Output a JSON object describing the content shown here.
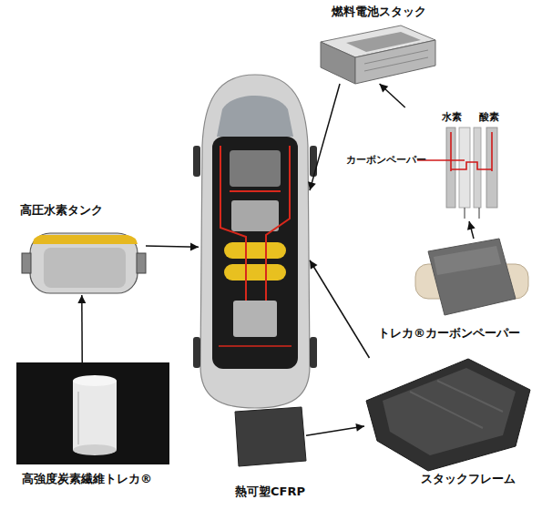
{
  "diagram": {
    "nodes": [
      {
        "text": [
          "燃料電池スタック"
        ]
      },
      {
        "text": [
          "高圧水素タンク"
        ]
      },
      {
        "text": []
      },
      {
        "text": [
          "水素",
          "酸素",
          "カーボンペーパー"
        ]
      },
      {
        "text": [
          "トレカ®カーボンペーパー"
        ]
      },
      {
        "text": [
          "高強度炭素繊維トレカ®"
        ]
      },
      {
        "text": [
          "熱可塑CFRP"
        ]
      },
      {
        "text": [
          "スタックフレーム"
        ]
      }
    ],
    "edges": [
      {
        "from": 0,
        "to": 2,
        "arrow": "to"
      },
      {
        "from": 3,
        "to": 0,
        "arrow": "to"
      },
      {
        "from": 4,
        "to": 3,
        "arrow": "to"
      },
      {
        "from": 1,
        "to": 2,
        "arrow": "to"
      },
      {
        "from": 5,
        "to": 1,
        "arrow": "to"
      },
      {
        "from": 6,
        "to": 7,
        "arrow": "to"
      },
      {
        "from": 7,
        "to": 2,
        "arrow": "to"
      }
    ]
  }
}
